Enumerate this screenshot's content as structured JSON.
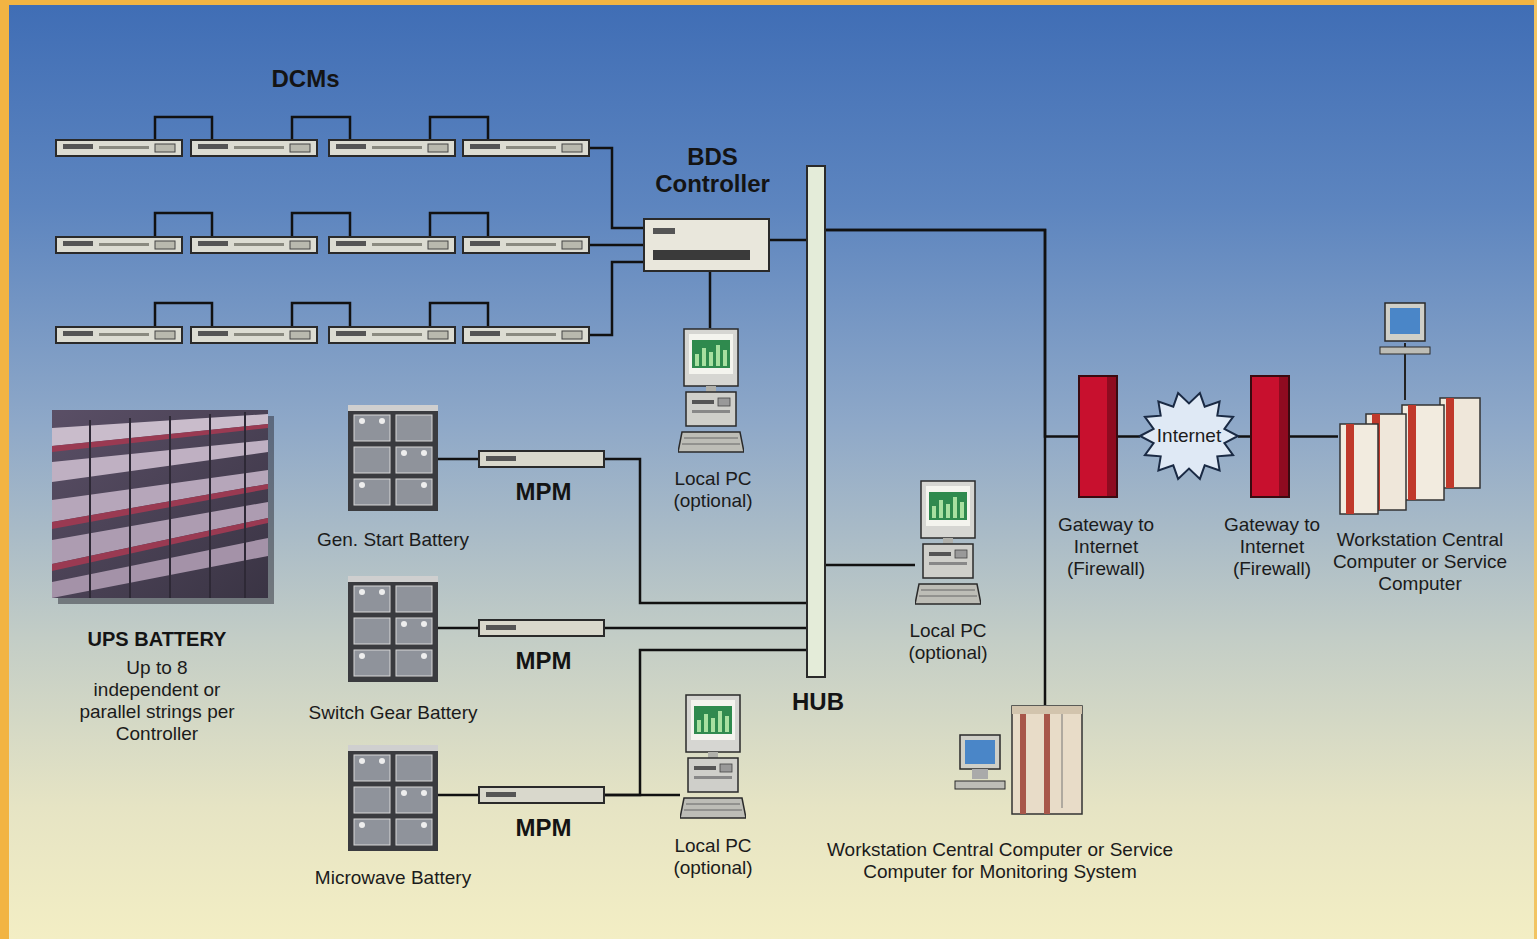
{
  "diagram": {
    "nodes": [
      {
        "text": [
          "DCMs"
        ]
      },
      {
        "text": [
          "BDS Controller"
        ]
      },
      {
        "text": [
          "HUB"
        ]
      },
      {
        "text": [
          "Local PC (optional)"
        ]
      },
      {
        "text": [
          "UPS BATTERY",
          "Up to 8 independent or parallel strings per Controller"
        ]
      },
      {
        "text": [
          "Gen. Start Battery"
        ]
      },
      {
        "text": [
          "MPM"
        ]
      },
      {
        "text": [
          "Switch Gear Battery"
        ]
      },
      {
        "text": [
          "MPM"
        ]
      },
      {
        "text": [
          "Microwave Battery"
        ]
      },
      {
        "text": [
          "MPM"
        ]
      },
      {
        "text": [
          "Local PC (optional)"
        ]
      },
      {
        "text": [
          "Local PC (optional)"
        ]
      },
      {
        "text": [
          "Gateway to Internet (Firewall)"
        ]
      },
      {
        "text": [
          "Internet"
        ]
      },
      {
        "text": [
          "Gateway to Internet (Firewall)"
        ]
      },
      {
        "text": [
          "Workstation Central Computer or Service Computer"
        ]
      },
      {
        "text": [
          "Workstation Central Computer or Service Computer for Monitoring System"
        ]
      }
    ],
    "edges": [
      {
        "from": 0,
        "to": 1,
        "arrow": "none"
      },
      {
        "from": 0,
        "to": 1,
        "arrow": "none"
      },
      {
        "from": 0,
        "to": 1,
        "arrow": "none"
      },
      {
        "from": 1,
        "to": 2,
        "arrow": "none"
      },
      {
        "from": 1,
        "to": 3,
        "arrow": "none"
      },
      {
        "from": 5,
        "to": 6,
        "arrow": "none"
      },
      {
        "from": 6,
        "to": 2,
        "arrow": "none"
      },
      {
        "from": 7,
        "to": 8,
        "arrow": "none"
      },
      {
        "from": 8,
        "to": 2,
        "arrow": "none"
      },
      {
        "from": 9,
        "to": 10,
        "arrow": "none"
      },
      {
        "from": 10,
        "to": 2,
        "arrow": "none"
      },
      {
        "from": 10,
        "to": 11,
        "arrow": "none"
      },
      {
        "from": 2,
        "to": 12,
        "arrow": "none"
      },
      {
        "from": 2,
        "to": 13,
        "arrow": "none"
      },
      {
        "from": 2,
        "to": 17,
        "arrow": "none"
      },
      {
        "from": 13,
        "to": 14,
        "arrow": "none"
      },
      {
        "from": 14,
        "to": 15,
        "arrow": "none"
      },
      {
        "from": 15,
        "to": 16,
        "arrow": "none"
      }
    ]
  }
}
